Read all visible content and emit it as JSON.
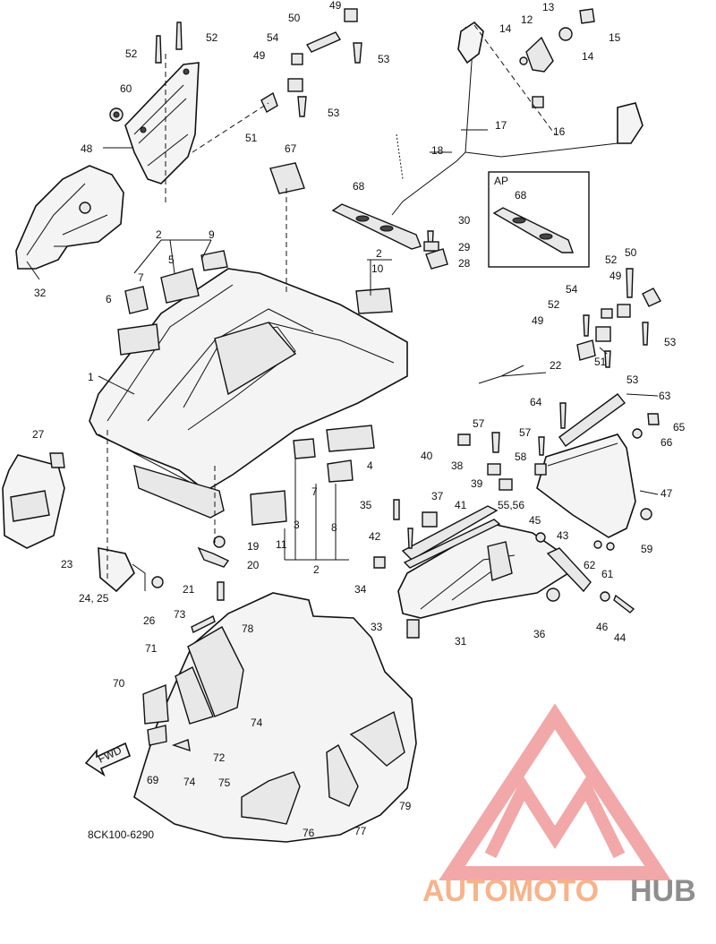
{
  "drawing_code": "8CK100-6290",
  "ap_box_label": "AP",
  "fwd_label": "FWD",
  "watermark": {
    "brand_orange": "AUTOMOTO",
    "brand_gray": "HUB",
    "color_orange": "#f7b38a",
    "color_gray": "#8e8e8e",
    "logo_color": "#f2a8a8"
  },
  "labels": {
    "n1": "1",
    "n2a": "2",
    "n2b": "2",
    "n2c": "2",
    "n3": "3",
    "n4": "4",
    "n5": "5",
    "n6": "6",
    "n7a": "7",
    "n7b": "7",
    "n8": "8",
    "n9": "9",
    "n10": "10",
    "n11": "11",
    "n12": "12",
    "n13": "13",
    "n14a": "14",
    "n14b": "14",
    "n15": "15",
    "n16": "16",
    "n17": "17",
    "n18": "18",
    "n19": "19",
    "n20": "20",
    "n21": "21",
    "n22": "22",
    "n23": "23",
    "n24_25": "24, 25",
    "n26": "26",
    "n27": "27",
    "n28": "28",
    "n29": "29",
    "n30": "30",
    "n31": "31",
    "n32": "32",
    "n33": "33",
    "n34": "34",
    "n35": "35",
    "n36": "36",
    "n37": "37",
    "n38": "38",
    "n39": "39",
    "n40": "40",
    "n41": "41",
    "n42": "42",
    "n43": "43",
    "n44": "44",
    "n45": "45",
    "n46": "46",
    "n47": "47",
    "n48": "48",
    "n49a": "49",
    "n49b": "49",
    "n49c": "49",
    "n49d": "49",
    "n50a": "50",
    "n50b": "50",
    "n51a": "51",
    "n51b": "51",
    "n52a": "52",
    "n52b": "52",
    "n52c": "52",
    "n52d": "52",
    "n53a": "53",
    "n53b": "53",
    "n53c": "53",
    "n53d": "53",
    "n54a": "54",
    "n54b": "54",
    "n55_56": "55,56",
    "n57a": "57",
    "n57b": "57",
    "n58": "58",
    "n59": "59",
    "n60": "60",
    "n61": "61",
    "n62": "62",
    "n63": "63",
    "n64": "64",
    "n65": "65",
    "n66": "66",
    "n67": "67",
    "n68a": "68",
    "n68b": "68",
    "n69": "69",
    "n70": "70",
    "n71": "71",
    "n72": "72",
    "n73": "73",
    "n74a": "74",
    "n74b": "74",
    "n75": "75",
    "n76": "76",
    "n77": "77",
    "n78": "78",
    "n79": "79"
  }
}
